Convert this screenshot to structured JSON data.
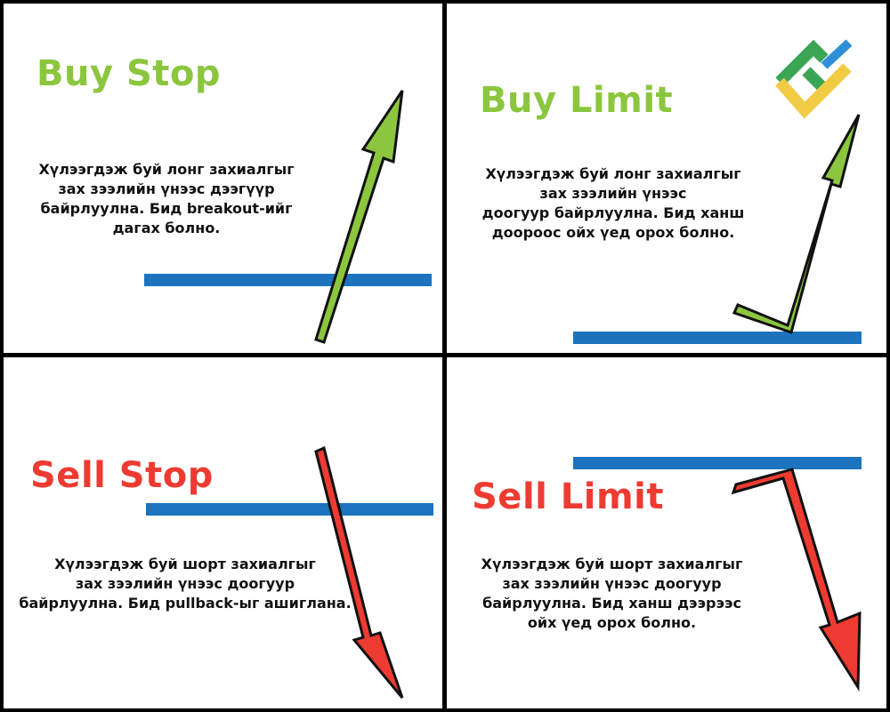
{
  "colors": {
    "buy_green": "#8cc63f",
    "sell_red": "#ee3b32",
    "level_blue": "#1d73bd",
    "logo_green": "#3aa653",
    "logo_yellow": "#f2cb45",
    "logo_blue": "#2e8fd8"
  },
  "panels": {
    "buy_stop": {
      "title": "Buy Stop",
      "desc": [
        "Хүлээгдэж буй лонг захиалгыг",
        "зах зээлийн үнээс дээгүүр",
        "байрлуулна. Бид breakout-ийг",
        "дагах болно."
      ]
    },
    "buy_limit": {
      "title": "Buy Limit",
      "desc": [
        "Хүлээгдэж буй лонг захиалгыг",
        "зах зээлийн үнээс",
        "доогуур байрлуулна. Бид ханш",
        "доороос ойх үед орох болно."
      ]
    },
    "sell_stop": {
      "title": "Sell Stop",
      "desc": [
        "Хүлээгдэж буй шорт захиалгыг",
        "зах зээлийн үнээс доогуур",
        "байрлуулна. Бид pullback-ыг ашиглана."
      ]
    },
    "sell_limit": {
      "title": "Sell Limit",
      "desc": [
        "Хүлээгдэж буй шорт захиалгыг",
        "зах зээлийн үнээс доогуур",
        "байрлуулна. Бид ханш дээрээс",
        "ойх үед орох болно."
      ]
    }
  },
  "logo": {
    "icon": "brand-logo-icon"
  }
}
